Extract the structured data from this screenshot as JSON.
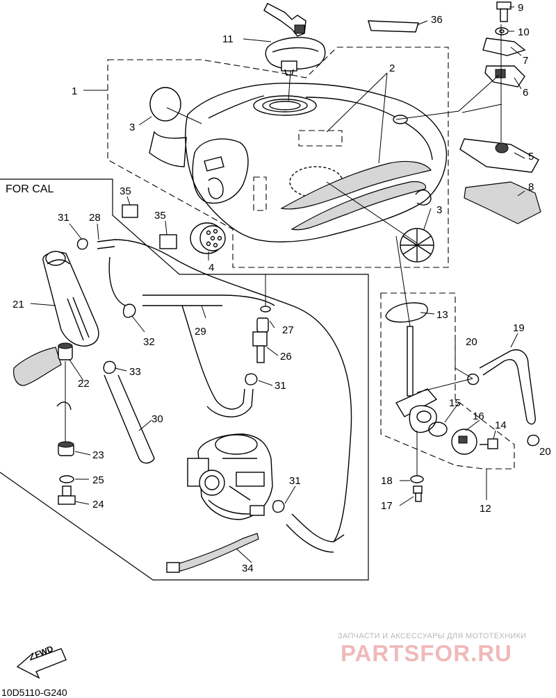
{
  "diagram": {
    "inset_title": "FOR CAL",
    "diagram_code": "10D5110-G240",
    "fwd_label": "FWD",
    "callouts": [
      {
        "id": "c1",
        "text": "1"
      },
      {
        "id": "c2",
        "text": "2"
      },
      {
        "id": "c3a",
        "text": "3"
      },
      {
        "id": "c3b",
        "text": "3"
      },
      {
        "id": "c4",
        "text": "4"
      },
      {
        "id": "c5",
        "text": "5"
      },
      {
        "id": "c6",
        "text": "6"
      },
      {
        "id": "c7",
        "text": "7"
      },
      {
        "id": "c8",
        "text": "8"
      },
      {
        "id": "c9",
        "text": "9"
      },
      {
        "id": "c10",
        "text": "10"
      },
      {
        "id": "c11",
        "text": "11"
      },
      {
        "id": "c12",
        "text": "12"
      },
      {
        "id": "c13",
        "text": "13"
      },
      {
        "id": "c14",
        "text": "14"
      },
      {
        "id": "c15",
        "text": "15"
      },
      {
        "id": "c16",
        "text": "16"
      },
      {
        "id": "c17",
        "text": "17"
      },
      {
        "id": "c18",
        "text": "18"
      },
      {
        "id": "c19",
        "text": "19"
      },
      {
        "id": "c20a",
        "text": "20"
      },
      {
        "id": "c20b",
        "text": "20"
      },
      {
        "id": "c21",
        "text": "21"
      },
      {
        "id": "c22",
        "text": "22"
      },
      {
        "id": "c23",
        "text": "23"
      },
      {
        "id": "c24",
        "text": "24"
      },
      {
        "id": "c25",
        "text": "25"
      },
      {
        "id": "c26",
        "text": "26"
      },
      {
        "id": "c27",
        "text": "27"
      },
      {
        "id": "c28",
        "text": "28"
      },
      {
        "id": "c29",
        "text": "29"
      },
      {
        "id": "c30",
        "text": "30"
      },
      {
        "id": "c31a",
        "text": "31"
      },
      {
        "id": "c31b",
        "text": "31"
      },
      {
        "id": "c31c",
        "text": "31"
      },
      {
        "id": "c32",
        "text": "32"
      },
      {
        "id": "c33",
        "text": "33"
      },
      {
        "id": "c34",
        "text": "34"
      },
      {
        "id": "c35a",
        "text": "35"
      },
      {
        "id": "c35b",
        "text": "35"
      },
      {
        "id": "c36",
        "text": "36"
      }
    ]
  },
  "watermark": {
    "tagline": "ЗАПЧАСТИ И АКСЕССУАРЫ ДЛЯ МОТОТЕХНИКИ",
    "logo": "PARTSFOR.RU",
    "color": "#f0b9b9"
  }
}
